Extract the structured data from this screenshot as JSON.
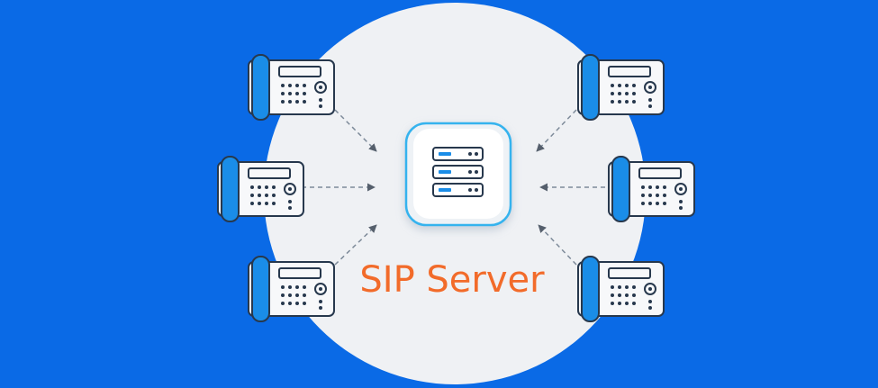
{
  "server": {
    "label": "SIP Server",
    "icon": "server-icon"
  },
  "phones": [
    {
      "name": "phone-top-left",
      "side": "left"
    },
    {
      "name": "phone-middle-left",
      "side": "left"
    },
    {
      "name": "phone-bottom-left",
      "side": "left"
    },
    {
      "name": "phone-top-right",
      "side": "right"
    },
    {
      "name": "phone-middle-right",
      "side": "right"
    },
    {
      "name": "phone-bottom-right",
      "side": "right"
    }
  ],
  "colors": {
    "background": "#0a6ae6",
    "circle": "#eff1f4",
    "accent": "#1a8de8",
    "outline": "#27384d",
    "label": "#f26b2a",
    "arrow": "#7d8a99"
  }
}
